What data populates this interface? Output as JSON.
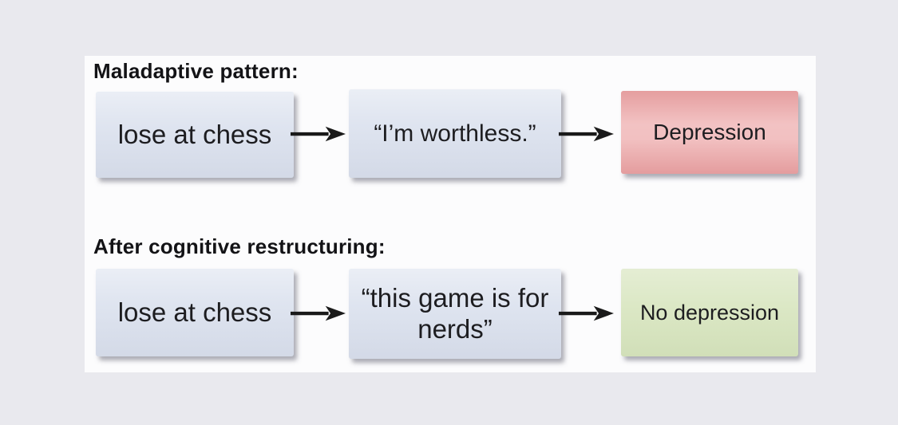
{
  "rows": [
    {
      "heading": "Maladaptive pattern:",
      "boxes": [
        {
          "label": "lose at chess",
          "type": "neutral"
        },
        {
          "label": "“I’m worthless.”",
          "type": "neutral"
        },
        {
          "label": "Depression",
          "type": "negative"
        }
      ]
    },
    {
      "heading": "After cognitive restructuring:",
      "boxes": [
        {
          "label": "lose at chess",
          "type": "neutral"
        },
        {
          "label": "“this game is for nerds”",
          "type": "neutral"
        },
        {
          "label": "No depression",
          "type": "positive"
        }
      ]
    }
  ],
  "colors": {
    "background": "#e9e9ee",
    "panel": "#fcfcfd",
    "box_neutral": "#dde3ef",
    "box_negative": "#eda8a9",
    "box_positive": "#d9e6c1",
    "arrow": "#1a1a1a",
    "text": "#1d1d20",
    "heading_text": "#131316"
  }
}
